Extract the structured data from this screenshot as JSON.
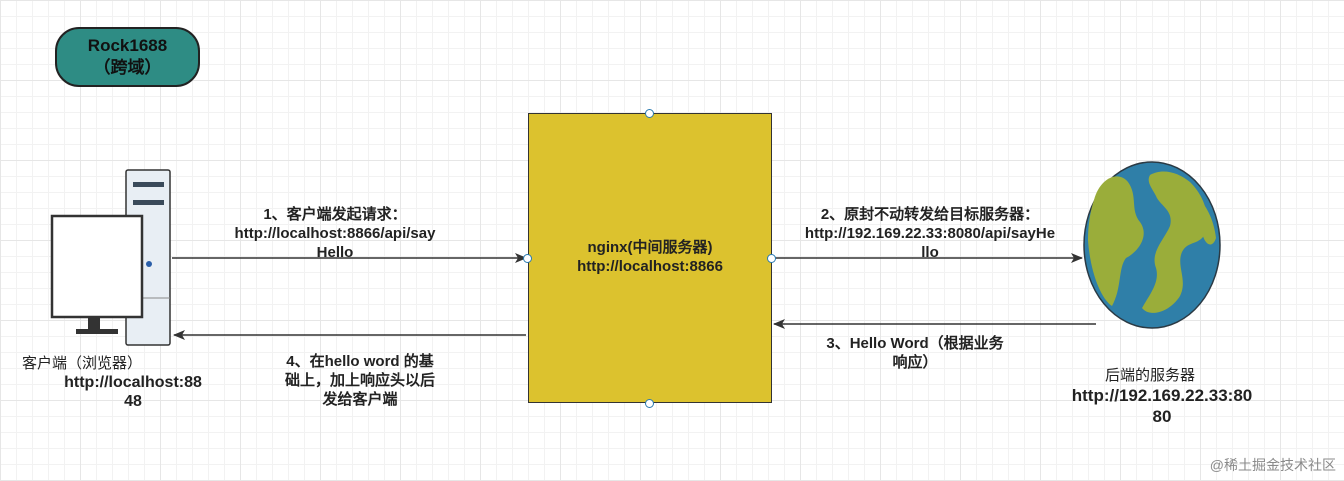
{
  "title": {
    "line1": "Rock1688",
    "line2": "（跨域）"
  },
  "client": {
    "name": "客户端（浏览器）",
    "url_l1": "http://localhost:88",
    "url_l2": "48"
  },
  "nginx": {
    "name": "nginx(中间服务器)",
    "url": "http://localhost:8866"
  },
  "server": {
    "name": "后端的服务器",
    "url_l1": "http://192.169.22.33:80",
    "url_l2": "80"
  },
  "steps": {
    "step1": {
      "l1": "1、客户端发起请求：",
      "l2": "http://localhost:8866/api/say",
      "l3": "Hello"
    },
    "step2": {
      "l1": "2、原封不动转发给目标服务器：",
      "l2": "http://192.169.22.33:8080/api/sayHe",
      "l3": "llo"
    },
    "step3": {
      "l1": "3、Hello Word（根据业务",
      "l2": "响应）"
    },
    "step4": {
      "l1": "4、在hello word 的基",
      "l2": "础上，加上响应头以后",
      "l3": "发给客户端"
    }
  },
  "watermark": "@稀土掘金技术社区",
  "colors": {
    "title_fill": "#2e8c84",
    "nginx_fill": "#dcc22e",
    "globe_ocean": "#2f7fa8",
    "globe_land": "#9aad3a"
  },
  "icons": {
    "client": "computer-icon",
    "server": "globe-icon"
  }
}
